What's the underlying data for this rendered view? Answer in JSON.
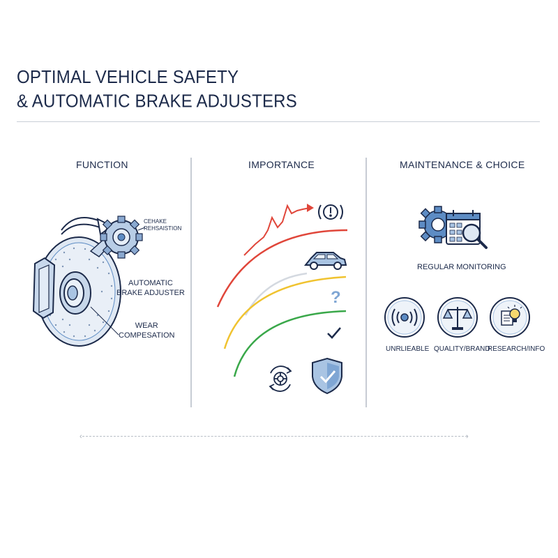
{
  "title": {
    "line1": "OPTIMAL VEHICLE SAFETY",
    "line2": "& AUTOMATIC BRAKE ADJUSTERS"
  },
  "columns": {
    "function": {
      "heading": "FUNCTION",
      "labels": {
        "small_line1": "CEHAKE",
        "small_line2": "REHSAISTION",
        "adjuster_line1": "AUTOMATIC",
        "adjuster_line2": "BRAKE ADJUSTER",
        "wear_line1": "WEAR",
        "wear_line2": "COMPESATION"
      }
    },
    "importance": {
      "heading": "IMPORTANCE",
      "icons": [
        "rising-arrow-icon",
        "brake-warning-icon",
        "car-icon",
        "question-mark-icon",
        "checkmark-icon",
        "rotating-disc-icon",
        "shield-check-icon"
      ],
      "curve_colors": [
        "#e0463a",
        "#d4d9e0",
        "#f0c330",
        "#3aa84a"
      ]
    },
    "maintenance": {
      "heading": "MAINTENANCE & CHOICE",
      "monitoring_label": "REGULAR MONITORING",
      "items": [
        {
          "label": "UNRLIEABLE",
          "icon": "sound-waves-icon"
        },
        {
          "label": "QUALITY/BRAND",
          "icon": "scales-icon"
        },
        {
          "label": "RESEARCH/INFO",
          "icon": "lightbulb-document-icon"
        }
      ]
    }
  },
  "colors": {
    "navy": "#1c2a4a",
    "accent_blue": "#5d8cc4",
    "light_blue": "#a9c4e3",
    "red": "#e0463a",
    "yellow": "#f0c330",
    "green": "#3aa84a"
  }
}
